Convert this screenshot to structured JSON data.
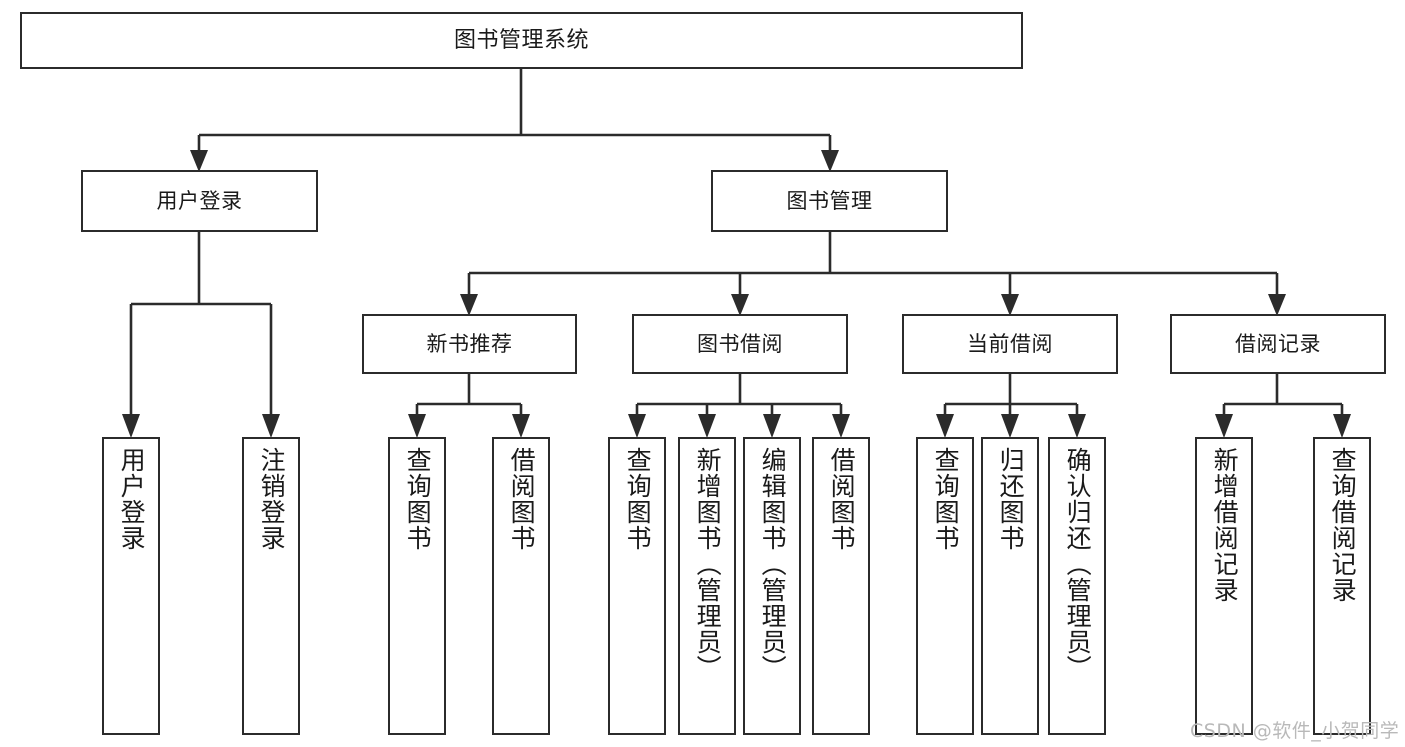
{
  "diagram": {
    "title": "图书管理系统",
    "type": "tree-hierarchy-chart",
    "levels": {
      "root": {
        "label": "图书管理系统"
      },
      "level2": [
        {
          "label": "用户登录"
        },
        {
          "label": "图书管理"
        }
      ],
      "level3": [
        {
          "label": "新书推荐"
        },
        {
          "label": "图书借阅"
        },
        {
          "label": "当前借阅"
        },
        {
          "label": "借阅记录"
        }
      ],
      "leaves_user_login": [
        {
          "label": "用户登录"
        },
        {
          "label": "注销登录"
        }
      ],
      "leaves_new_books": [
        {
          "label": "查询图书"
        },
        {
          "label": "借阅图书"
        }
      ],
      "leaves_borrow": [
        {
          "label": "查询图书"
        },
        {
          "label": "新增图书（管理员）"
        },
        {
          "label": "编辑图书（管理员）"
        },
        {
          "label": "借阅图书"
        }
      ],
      "leaves_current": [
        {
          "label": "查询图书"
        },
        {
          "label": "归还图书"
        },
        {
          "label": "确认归还（管理员）"
        }
      ],
      "leaves_records": [
        {
          "label": "新增借阅记录"
        },
        {
          "label": "查询借阅记录"
        }
      ]
    },
    "colors": {
      "stroke": "#2b2b2b",
      "fill": "#ffffff",
      "text": "#1a1a1a",
      "watermark": "#b9b9b9"
    }
  },
  "watermark": {
    "text": "CSDN @软件_小贺同学"
  }
}
